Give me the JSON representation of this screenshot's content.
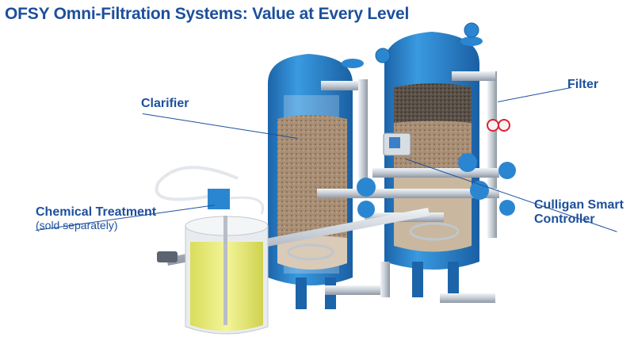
{
  "title": "OFSY Omni-Filtration Systems: Value at Every Level",
  "labels": {
    "clarifier": "Clarifier",
    "filter": "Filter",
    "chemical_treatment": "Chemical Treatment",
    "chemical_sub": "(sold separately)",
    "controller_line1": "Culligan Smart",
    "controller_line2": "Controller"
  },
  "colors": {
    "title": "#1d4f9c",
    "tank_blue": "#2b86d1",
    "tank_dark": "#1c64a9",
    "pipe": "#c8ced6",
    "chemical": "#e6ea7a"
  }
}
